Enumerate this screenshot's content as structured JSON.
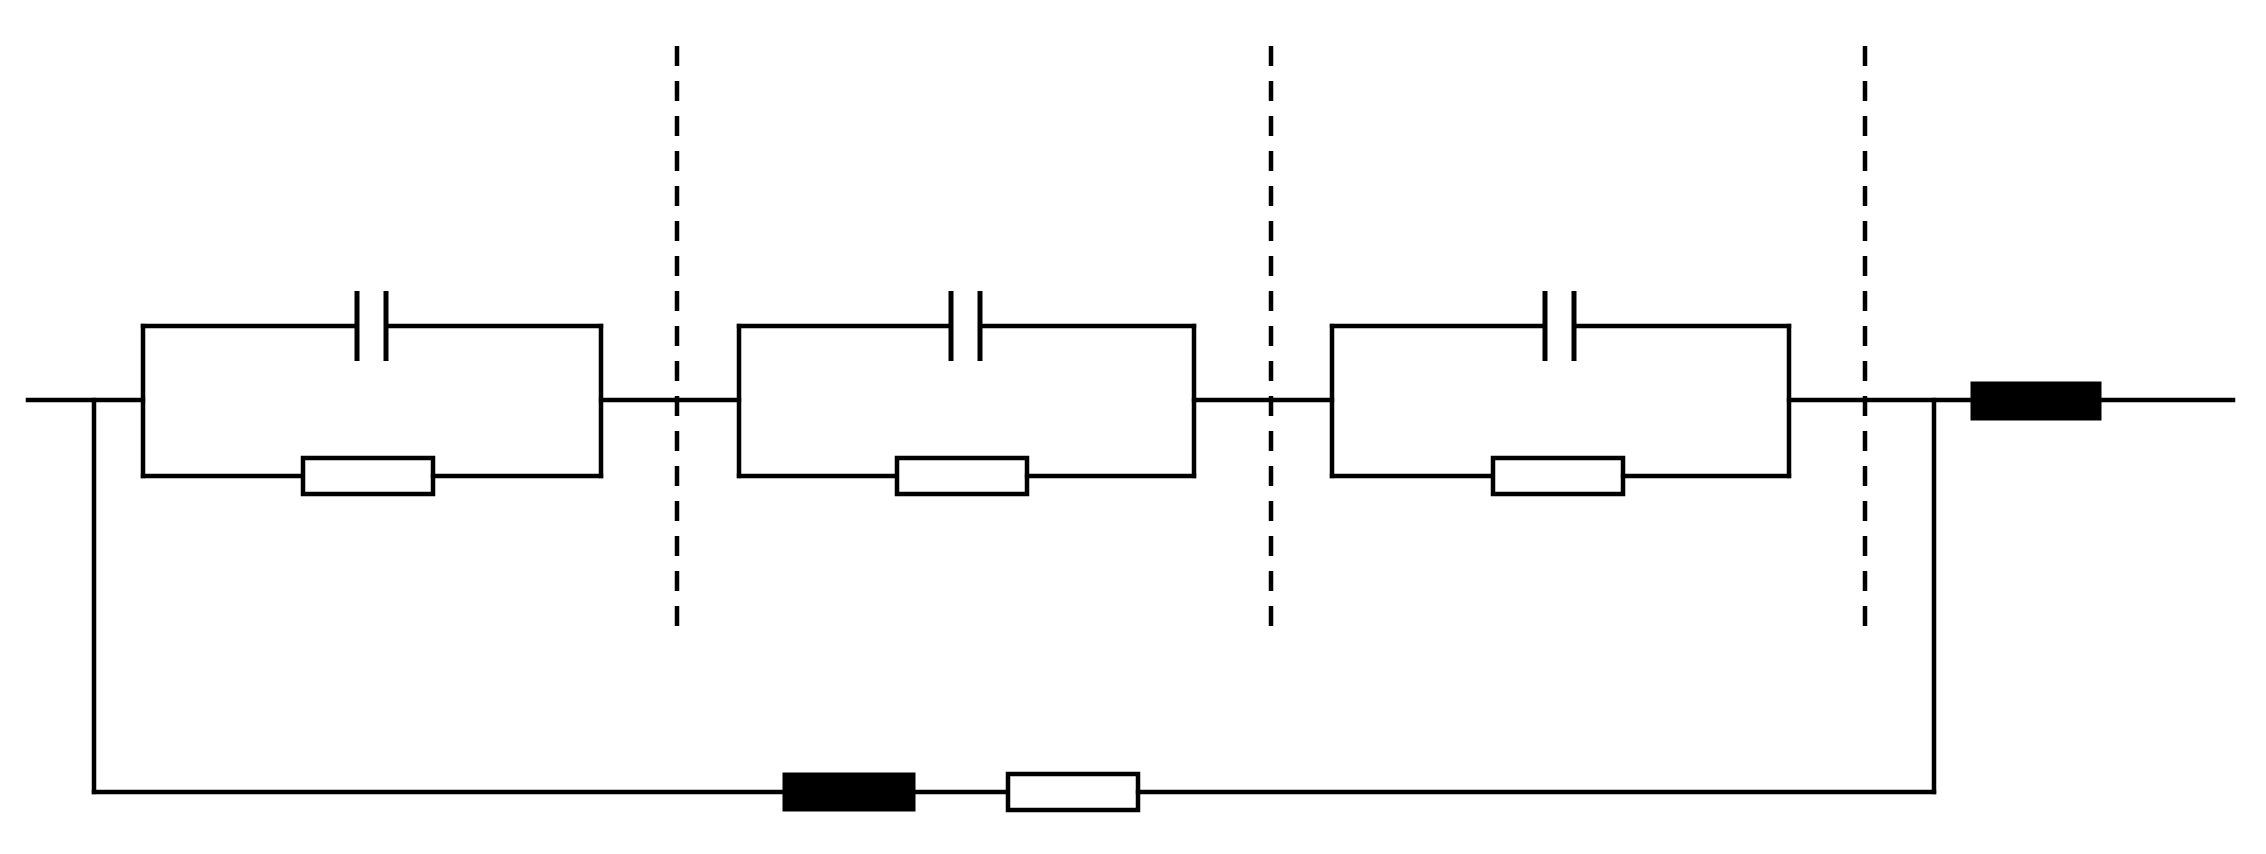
{
  "diagram": {
    "type": "equivalent-circuit",
    "branches": [
      {
        "id": "rc-stage-1",
        "elements": [
          "capacitor",
          "resistor"
        ],
        "connection": "parallel"
      },
      {
        "id": "rc-stage-2",
        "elements": [
          "capacitor",
          "resistor"
        ],
        "connection": "parallel"
      },
      {
        "id": "rc-stage-3",
        "elements": [
          "capacitor",
          "resistor"
        ],
        "connection": "parallel"
      }
    ],
    "series_element": "filled-impedance-block",
    "bypass_branch": [
      "filled-impedance-block",
      "resistor"
    ],
    "divider_count": 3,
    "colors": {
      "line": "#000000",
      "background": "#ffffff"
    }
  }
}
